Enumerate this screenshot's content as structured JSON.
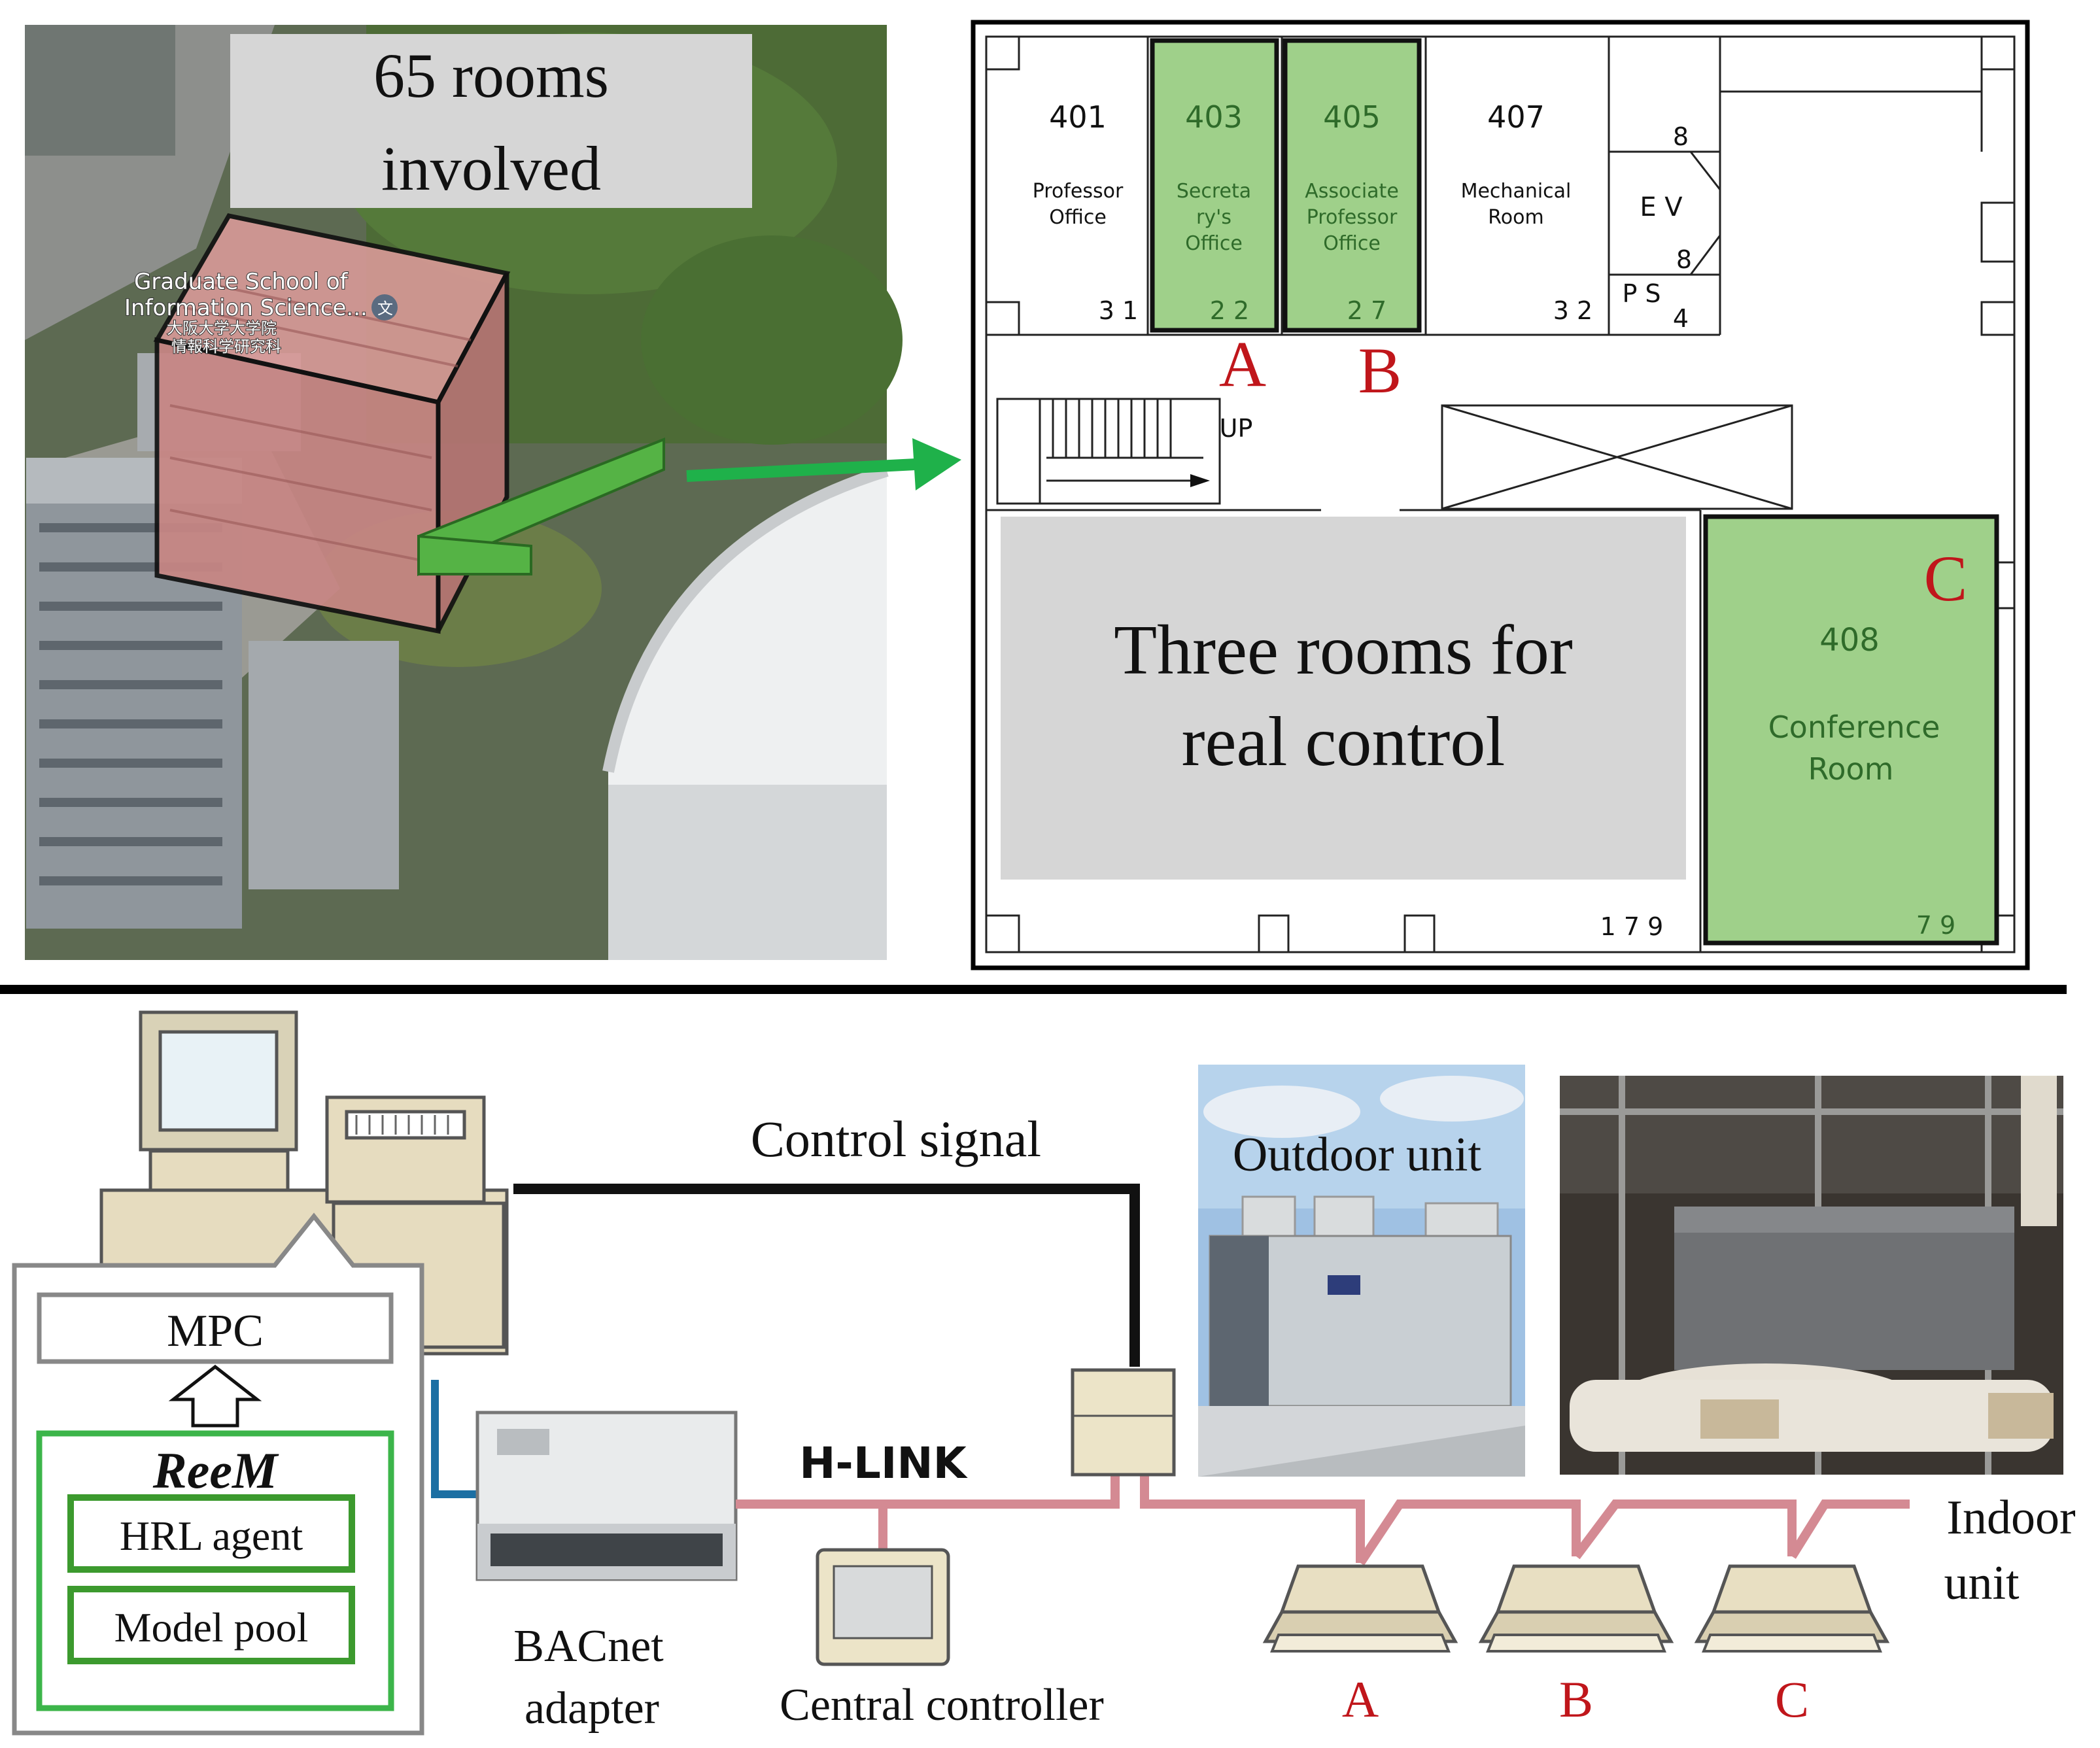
{
  "top_left": {
    "headline_line1": "65 rooms",
    "headline_line2": "involved",
    "map_label_line1": "Graduate School of",
    "map_label_line2": "Information Science...",
    "map_label_line3": "大阪大学大学院",
    "map_label_line4": "情報科学研究科",
    "map_pin_glyph": "文"
  },
  "floor_plan": {
    "rooms": [
      {
        "number": "401",
        "name_lines": [
          "Professor",
          "Office"
        ],
        "count": "3 1",
        "highlighted": false
      },
      {
        "number": "403",
        "name_lines": [
          "Secreta",
          "ry's",
          "Office"
        ],
        "count": "2 2",
        "highlighted": true,
        "tag": "A"
      },
      {
        "number": "405",
        "name_lines": [
          "Associate",
          "Professor",
          "Office"
        ],
        "count": "2 7",
        "highlighted": true,
        "tag": "B"
      },
      {
        "number": "407",
        "name_lines": [
          "Mechanical",
          "Room"
        ],
        "count": "3 2",
        "highlighted": false
      }
    ],
    "ev_digit_top": "8",
    "ev_label": "E V",
    "ev_digit_bottom": "8",
    "ps_label": "P S",
    "ps_digit": "4",
    "stair_label": "UP",
    "callout_line1": "Three rooms for",
    "callout_line2": "real control",
    "conference": {
      "number": "408",
      "name_line1": "Conference",
      "name_line2": "Room",
      "count": "7 9",
      "tag": "C"
    },
    "corridor_count": "1 7 9"
  },
  "system": {
    "mpc_label": "MPC",
    "reem_label": "ReeM",
    "hrl_label": "HRL agent",
    "model_pool_label": "Model pool",
    "control_signal_label": "Control signal",
    "hlink_label": "H-LINK",
    "bacnet_line1": "BACnet",
    "bacnet_line2": "adapter",
    "central_controller_label": "Central controller",
    "outdoor_unit_label": "Outdoor unit",
    "indoor_line1": "Indoor",
    "indoor_line2": "unit",
    "indoor_unit_tags": [
      "A",
      "B",
      "C"
    ]
  },
  "colors": {
    "highlight_green": "#9fd08a",
    "highlight_green_stroke": "#2e8b2e",
    "tag_red": "#c0161b",
    "hlink_pink": "#d48a93",
    "arrow_green": "#1fb14a",
    "building_overlay": "#d98a8a",
    "reem_green": "#3cb54a",
    "hrl_green": "#3c9a2e"
  }
}
